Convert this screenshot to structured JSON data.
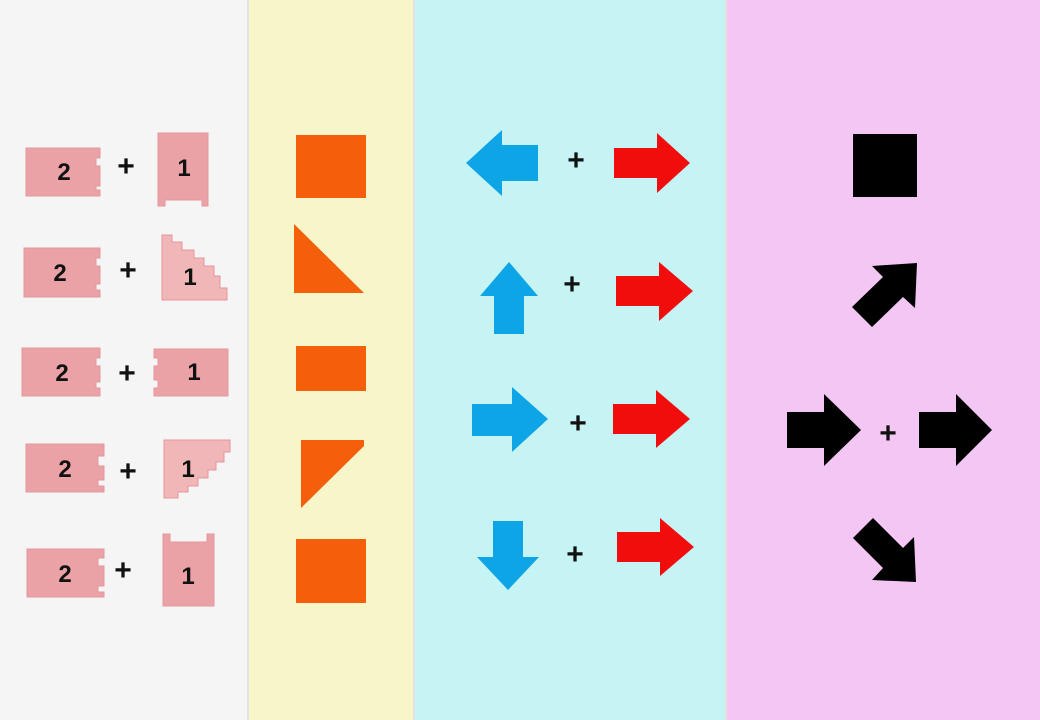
{
  "colors": {
    "piece": "#eba2a6",
    "piece_edge": "#e4969a",
    "piece_light": "#f1b6b8",
    "shape": "#f55f0c",
    "blue_arrow": "#0ea5e7",
    "red_arrow": "#f20d0d",
    "black": "#000000"
  },
  "pieces": {
    "rows": [
      {
        "left_label": "2",
        "operator": "+",
        "right_label": "1"
      },
      {
        "left_label": "2",
        "operator": "+",
        "right_label": "1"
      },
      {
        "left_label": "2",
        "operator": "+",
        "right_label": "1"
      },
      {
        "left_label": "2",
        "operator": "+",
        "right_label": "1"
      },
      {
        "left_label": "2",
        "operator": "+",
        "right_label": "1"
      }
    ]
  },
  "shapes": {
    "items": [
      {
        "shape": "square"
      },
      {
        "shape": "right-triangle"
      },
      {
        "shape": "rectangle"
      },
      {
        "shape": "right-triangle-flipped"
      },
      {
        "shape": "square"
      }
    ]
  },
  "arrows": {
    "rows": [
      {
        "first": "left-arrow",
        "operator": "+",
        "second": "right-arrow"
      },
      {
        "first": "up-arrow",
        "operator": "+",
        "second": "right-arrow"
      },
      {
        "first": "right-arrow",
        "operator": "+",
        "second": "right-arrow"
      },
      {
        "first": "down-arrow",
        "operator": "+",
        "second": "right-arrow"
      }
    ]
  },
  "results": {
    "items": [
      {
        "icon": "square"
      },
      {
        "icon": "up-right-arrow"
      },
      {
        "icon": "right-arrow",
        "operator": "+",
        "icon2": "right-arrow"
      },
      {
        "icon": "down-right-arrow"
      }
    ]
  }
}
